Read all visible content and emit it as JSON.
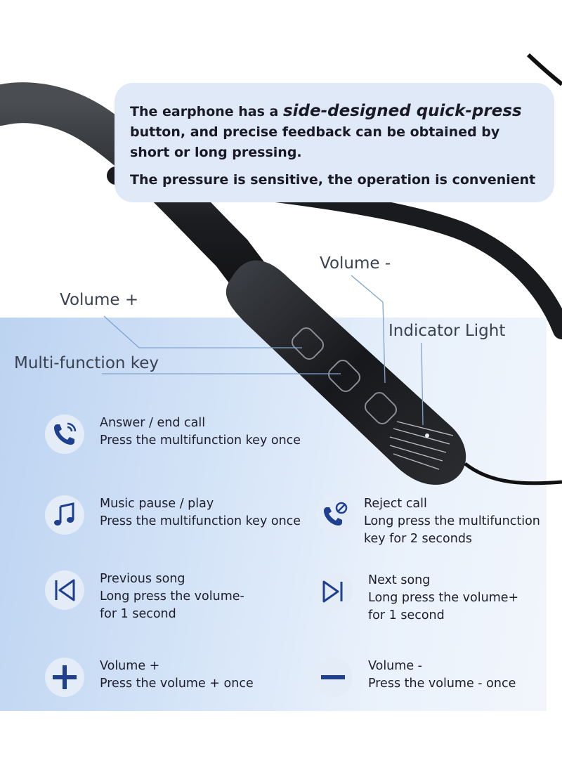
{
  "intro": {
    "line1_before": "The earphone has a ",
    "line1_emph": "side-designed quick-press",
    "line1_after": " button, and precise feedback can be obtained by short or long pressing.",
    "line2": "The pressure is sensitive, the operation is convenient"
  },
  "callouts": {
    "volume_minus": "Volume -",
    "volume_plus": "Volume +",
    "indicator_light": "Indicator Light",
    "multi_function_key": "Multi-function key"
  },
  "features": {
    "answer": {
      "icon": "phone-call-icon",
      "title": "Answer / end call",
      "desc": "Press the multifunction key once"
    },
    "music": {
      "icon": "music-note-icon",
      "title": "Music pause / play",
      "desc": "Press the multifunction key once"
    },
    "reject": {
      "icon": "reject-call-icon",
      "title": "Reject call",
      "desc1": "Long press the multifunction",
      "desc2": "key for 2 seconds"
    },
    "previous": {
      "icon": "previous-track-icon",
      "title": "Previous song",
      "desc1": "Long press the volume-",
      "desc2": "for 1 second"
    },
    "next": {
      "icon": "next-track-icon",
      "title": "Next song",
      "desc1": "Long press the volume+",
      "desc2": "for 1 second"
    },
    "volume_up": {
      "icon": "plus-icon",
      "title": "Volume +",
      "desc": "Press the volume + once"
    },
    "volume_down": {
      "icon": "minus-icon",
      "title": "Volume -",
      "desc": "Press the volume - once"
    }
  },
  "colors": {
    "icon_blue": "#1f3f8f",
    "panel_blue": "#c9dbf3",
    "bubble": "#dfe9f8"
  }
}
